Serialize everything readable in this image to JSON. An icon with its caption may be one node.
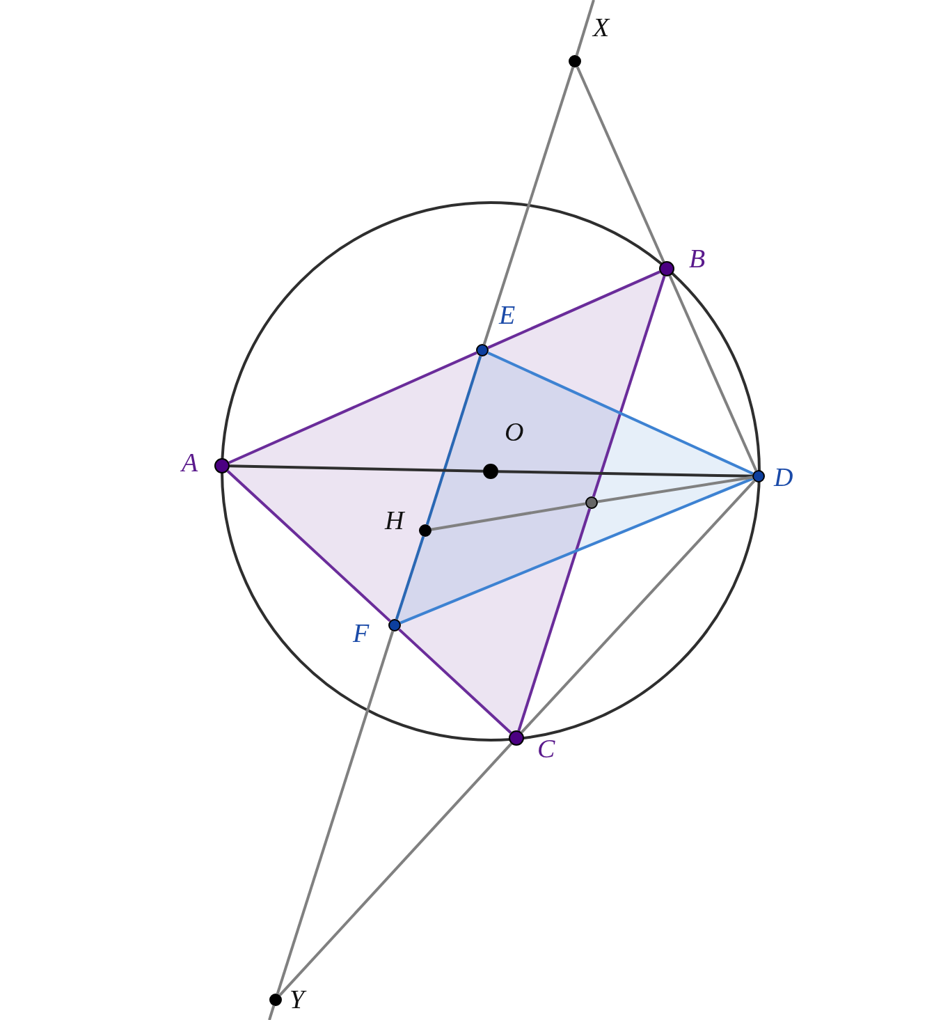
{
  "diagram": {
    "nodes": [
      {
        "text": [
          "X"
        ]
      },
      {
        "text": [
          "B"
        ]
      },
      {
        "text": [
          "E"
        ]
      },
      {
        "text": [
          "O"
        ]
      },
      {
        "text": [
          "A"
        ]
      },
      {
        "text": [
          "D"
        ]
      },
      {
        "text": [
          "H"
        ]
      },
      {
        "text": [],
        "shape": "circle"
      },
      {
        "text": [
          "F"
        ]
      },
      {
        "text": [
          "C"
        ]
      },
      {
        "text": [
          "Y"
        ]
      }
    ],
    "edges": [
      {
        "from": 4,
        "to": 2,
        "arrow": "none",
        "color": "#6a2c9a"
      },
      {
        "from": 2,
        "to": 1,
        "arrow": "none",
        "color": "#6a2c9a"
      },
      {
        "from": 1,
        "to": 7,
        "arrow": "none",
        "color": "#6a2c9a"
      },
      {
        "from": 7,
        "to": 9,
        "arrow": "none",
        "color": "#6a2c9a"
      },
      {
        "from": 9,
        "to": 8,
        "arrow": "none",
        "color": "#6a2c9a"
      },
      {
        "from": 8,
        "to": 4,
        "arrow": "none",
        "color": "#6a2c9a"
      },
      {
        "from": 2,
        "to": 5,
        "arrow": "none",
        "color": "#3d82d2"
      },
      {
        "from": 5,
        "to": 8,
        "arrow": "none",
        "color": "#3d82d2"
      },
      {
        "from": 2,
        "to": 6,
        "arrow": "none",
        "color": "#2a68b4"
      },
      {
        "from": 6,
        "to": 8,
        "arrow": "none",
        "color": "#2a68b4"
      },
      {
        "from": 4,
        "to": 3,
        "arrow": "none",
        "color": "#2e2e2e"
      },
      {
        "from": 3,
        "to": 5,
        "arrow": "none",
        "color": "#2e2e2e"
      },
      {
        "from": 0,
        "to": 1,
        "arrow": "none"
      },
      {
        "from": 1,
        "to": 5,
        "arrow": "none"
      },
      {
        "from": 0,
        "to": 2,
        "arrow": "none"
      },
      {
        "from": 8,
        "to": 10,
        "arrow": "none"
      },
      {
        "from": 5,
        "to": 9,
        "arrow": "none"
      },
      {
        "from": 9,
        "to": 10,
        "arrow": "none"
      },
      {
        "from": 6,
        "to": 7,
        "arrow": "none"
      },
      {
        "from": 7,
        "to": 5,
        "arrow": "none"
      },
      {
        "from": null,
        "to": 0,
        "arrow": "none"
      },
      {
        "from": 10,
        "to": null,
        "arrow": "none"
      }
    ]
  }
}
